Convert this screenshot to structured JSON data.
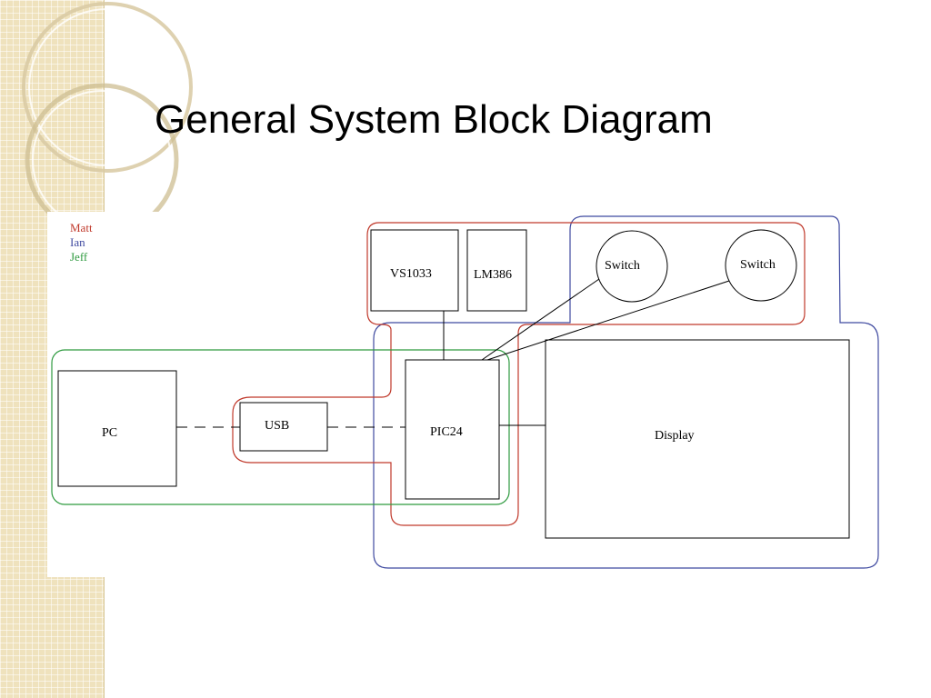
{
  "slide": {
    "title": "General System Block Diagram"
  },
  "legend": {
    "items": [
      {
        "name": "Matt",
        "color": "#c0392b"
      },
      {
        "name": "Ian",
        "color": "#3f4aa0"
      },
      {
        "name": "Jeff",
        "color": "#2e9a3f"
      }
    ]
  },
  "blocks": {
    "pc": "PC",
    "usb": "USB",
    "pic24": "PIC24",
    "vs1033": "VS1033",
    "lm386": "LM386",
    "switch_1": "Switch",
    "switch_2": "Switch",
    "display": "Display"
  },
  "colors": {
    "matt": "#c0392b",
    "ian": "#3f4aa0",
    "jeff": "#2e9a3f",
    "accent": "#efe2bd"
  }
}
